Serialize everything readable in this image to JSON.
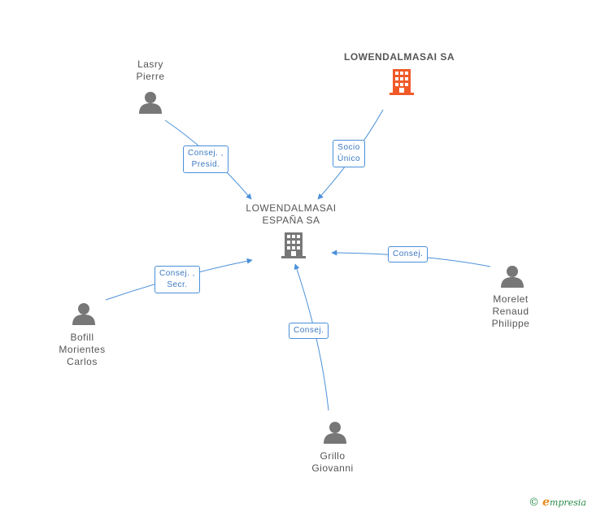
{
  "colors": {
    "edge": "#4a90d9",
    "person": "#777777",
    "company_center": "#777777",
    "company_owner": "#f05a28",
    "label_text": "#555555",
    "edge_label_text": "#3a78c2",
    "brand_green": "#2a8a4a",
    "brand_orange": "#e8891a"
  },
  "nodes": {
    "center": {
      "lines": [
        "LOWENDALMASAI",
        "ESPAÑA SA"
      ],
      "icon": "building-icon"
    },
    "owner": {
      "lines": [
        "LOWENDALMASAI SA"
      ],
      "icon": "building-icon"
    },
    "lasry": {
      "lines": [
        "Lasry",
        "Pierre"
      ],
      "icon": "person-icon"
    },
    "morelet": {
      "lines": [
        "Morelet",
        "Renaud",
        "Philippe"
      ],
      "icon": "person-icon"
    },
    "bofill": {
      "lines": [
        "Bofill",
        "Morientes",
        "Carlos"
      ],
      "icon": "person-icon"
    },
    "grillo": {
      "lines": [
        "Grillo",
        "Giovanni"
      ],
      "icon": "person-icon"
    }
  },
  "edges": {
    "lasry": {
      "lines": [
        "Consej. ,",
        "Presid."
      ]
    },
    "owner": {
      "lines": [
        "Socio",
        "Único"
      ]
    },
    "morelet": {
      "lines": [
        "Consej."
      ]
    },
    "bofill": {
      "lines": [
        "Consej. ,",
        "Secr."
      ]
    },
    "grillo": {
      "lines": [
        "Consej."
      ]
    }
  },
  "brand": {
    "copyright": "©",
    "initial": "e",
    "rest": "mpresia"
  }
}
